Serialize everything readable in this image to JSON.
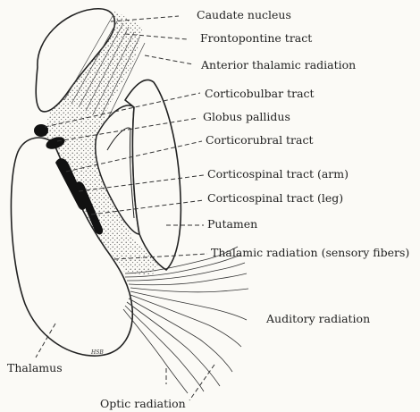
{
  "labels": {
    "caudate": "Caudate nucleus",
    "frontopontine": "Frontopontine tract",
    "anterior_thalamic": "Anterior thalamic radiation",
    "corticobulbar": "Corticobulbar tract",
    "globus": "Globus pallidus",
    "corticorubral": "Corticorubral tract",
    "corticospinal_arm": "Corticospinal tract (arm)",
    "corticospinal_leg": "Corticospinal tract (leg)",
    "putamen": "Putamen",
    "thalamic_sensory": "Thalamic radiation (sensory fibers)",
    "auditory": "Auditory radiation",
    "thalamus": "Thalamus",
    "optic": "Optic radiation"
  },
  "signature": "HSB"
}
